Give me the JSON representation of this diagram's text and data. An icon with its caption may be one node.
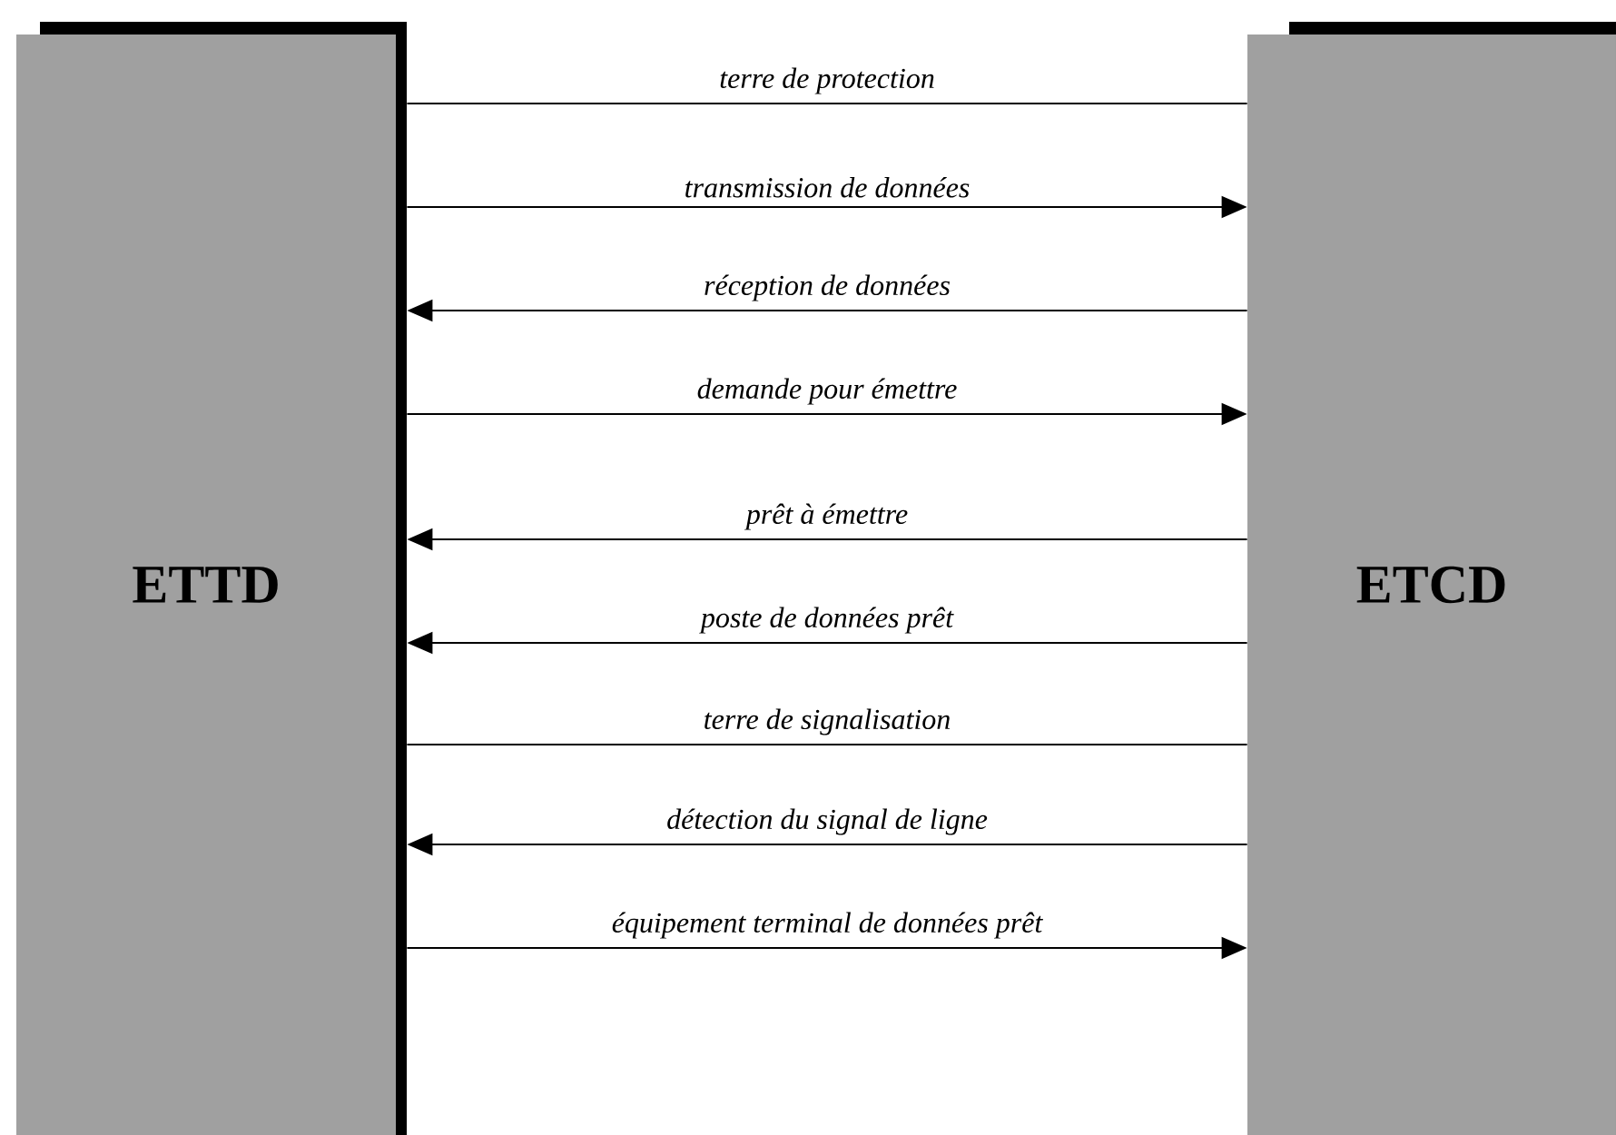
{
  "diagram": {
    "nodes": [
      {
        "text": [
          "ETTD"
        ]
      },
      {
        "text": [
          "ETCD"
        ]
      }
    ],
    "edges": [
      {
        "from": 0,
        "to": 1,
        "arrow": "none",
        "label": "terre de protection"
      },
      {
        "from": 0,
        "to": 1,
        "arrow": "to",
        "label": "transmission de données"
      },
      {
        "from": 1,
        "to": 0,
        "arrow": "to",
        "label": "réception de données"
      },
      {
        "from": 0,
        "to": 1,
        "arrow": "to",
        "label": "demande pour émettre"
      },
      {
        "from": 1,
        "to": 0,
        "arrow": "to",
        "label": "prêt à émettre"
      },
      {
        "from": 1,
        "to": 0,
        "arrow": "to",
        "label": "poste de données prêt"
      },
      {
        "from": 0,
        "to": 1,
        "arrow": "none",
        "label": "terre de signalisation"
      },
      {
        "from": 1,
        "to": 0,
        "arrow": "to",
        "label": "détection du signal de ligne"
      },
      {
        "from": 0,
        "to": 1,
        "arrow": "to",
        "label": "équipement terminal de données  prêt"
      }
    ]
  }
}
